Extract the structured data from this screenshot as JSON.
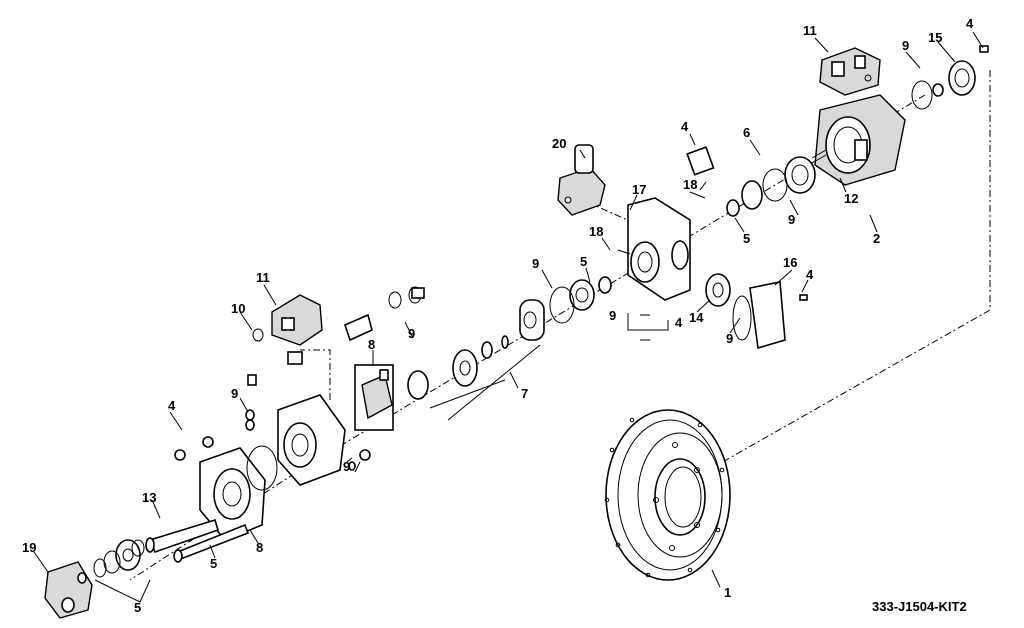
{
  "drawing": {
    "code": "333-J1504-KIT2",
    "callouts": [
      "1",
      "2",
      "4",
      "4",
      "4",
      "4",
      "4",
      "5",
      "5",
      "5",
      "5",
      "6",
      "7",
      "8",
      "8",
      "9",
      "9",
      "9",
      "9",
      "9",
      "9",
      "9",
      "9",
      "10",
      "11",
      "11",
      "12",
      "13",
      "14",
      "15",
      "16",
      "17",
      "18",
      "18",
      "19",
      "20"
    ]
  }
}
